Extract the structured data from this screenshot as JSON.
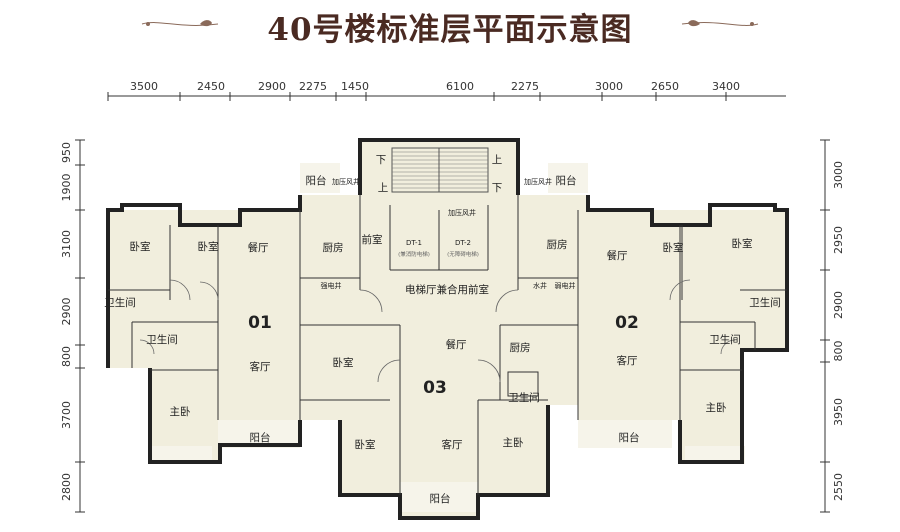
{
  "title": "40号楼标准层平面示意图",
  "dims_top": [
    "3500",
    "2450",
    "2900",
    "2275",
    "1450",
    "6100",
    "2275",
    "3000",
    "2650",
    "3400"
  ],
  "dims_left": [
    "950",
    "1900",
    "3100",
    "2900",
    "800",
    "3700",
    "2800"
  ],
  "dims_right": [
    "3000",
    "2950",
    "2900",
    "800",
    "3950",
    "2550"
  ],
  "units": {
    "u01": "01",
    "u02": "02",
    "u03": "03"
  },
  "rooms": {
    "bedroom": "卧室",
    "master_bedroom": "主卧",
    "living": "客厅",
    "dining": "餐厅",
    "kitchen": "厨房",
    "bathroom": "卫生间",
    "balcony": "阳台",
    "front_room": "前室",
    "hall": "电梯厅兼合用前室",
    "strong_shaft": "强电井",
    "weak_shaft": "弱电井",
    "water_shaft": "水井",
    "pressurized_shaft": "加压风井",
    "pressurized_shaft_v": "加压风井",
    "up": "上",
    "down": "下",
    "dt1": "DT-1",
    "dt2": "DT-2",
    "dt1_note": "(兼消防电梯)",
    "dt2_note": "(无障碍电梯)"
  },
  "colors": {
    "title": "#4a2a22",
    "floor": "#f1eedd",
    "wall": "#222222"
  }
}
